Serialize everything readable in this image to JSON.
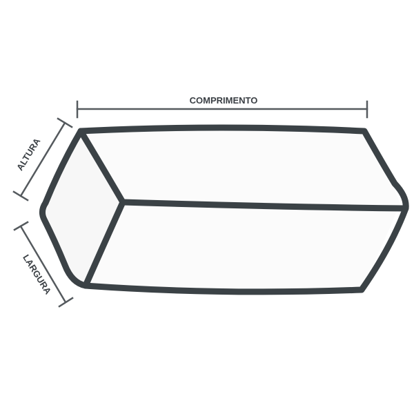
{
  "dimensions": {
    "length_label": "COMPRIMENTO",
    "height_label": "ALTURA",
    "width_label": "LARGURA"
  },
  "colors": {
    "outline": "#3b4246",
    "face_fill": "#f7f7f7",
    "dimension_line": "#555a5e",
    "label_text": "#3a3f44",
    "background": "#ffffff"
  }
}
